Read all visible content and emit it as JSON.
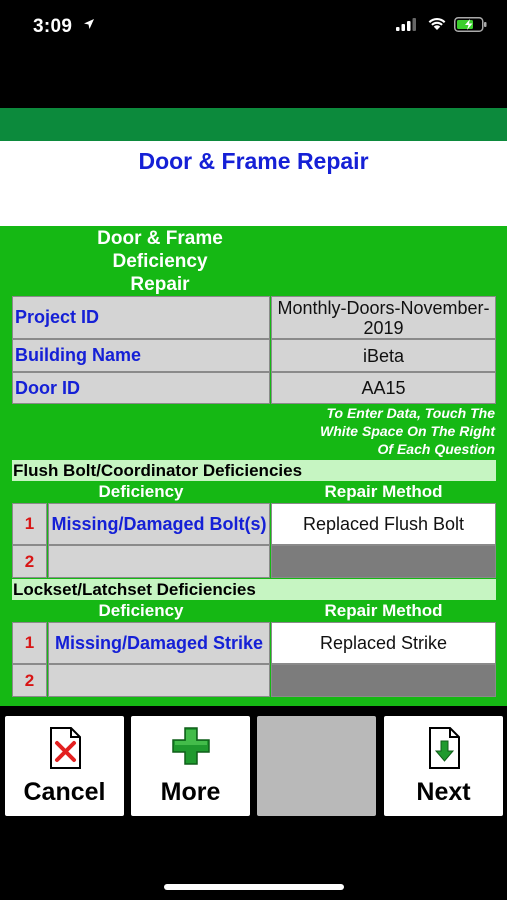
{
  "status": {
    "time": "3:09"
  },
  "page": {
    "title": "Door & Frame Repair"
  },
  "form": {
    "heading": [
      "Door & Frame",
      "Deficiency",
      "Repair"
    ],
    "info": [
      {
        "label": "Project ID",
        "value": "Monthly-Doors-November-2019"
      },
      {
        "label": "Building Name",
        "value": "iBeta"
      },
      {
        "label": "Door ID",
        "value": "AA15"
      }
    ],
    "instructions": [
      "To Enter Data, Touch The",
      "White Space On The Right",
      "Of Each Question"
    ],
    "col_deficiency": "Deficiency",
    "col_repair": "Repair Method",
    "sections": [
      {
        "title": "Flush Bolt/Coordinator Deficiencies",
        "rows": [
          {
            "num": "1",
            "deficiency": "Missing/Damaged Bolt(s)",
            "repair": "Replaced Flush Bolt"
          },
          {
            "num": "2",
            "deficiency": "",
            "repair": ""
          }
        ]
      },
      {
        "title": "Lockset/Latchset Deficiencies",
        "rows": [
          {
            "num": "1",
            "deficiency": "Missing/Damaged Strike",
            "repair": "Replaced Strike"
          },
          {
            "num": "2",
            "deficiency": "",
            "repair": ""
          }
        ]
      }
    ]
  },
  "toolbar": {
    "cancel_label": "Cancel",
    "more_label": "More",
    "next_label": "Next"
  },
  "colors": {
    "form_green": "#15b814",
    "band_green": "#0c8a3c",
    "title_blue": "#1520d6",
    "row_number_red": "#d81515"
  },
  "icons": [
    "location-arrow-icon",
    "signal-icon",
    "wifi-icon",
    "battery-charging-icon",
    "cancel-document-icon",
    "plus-icon",
    "next-document-icon"
  ]
}
